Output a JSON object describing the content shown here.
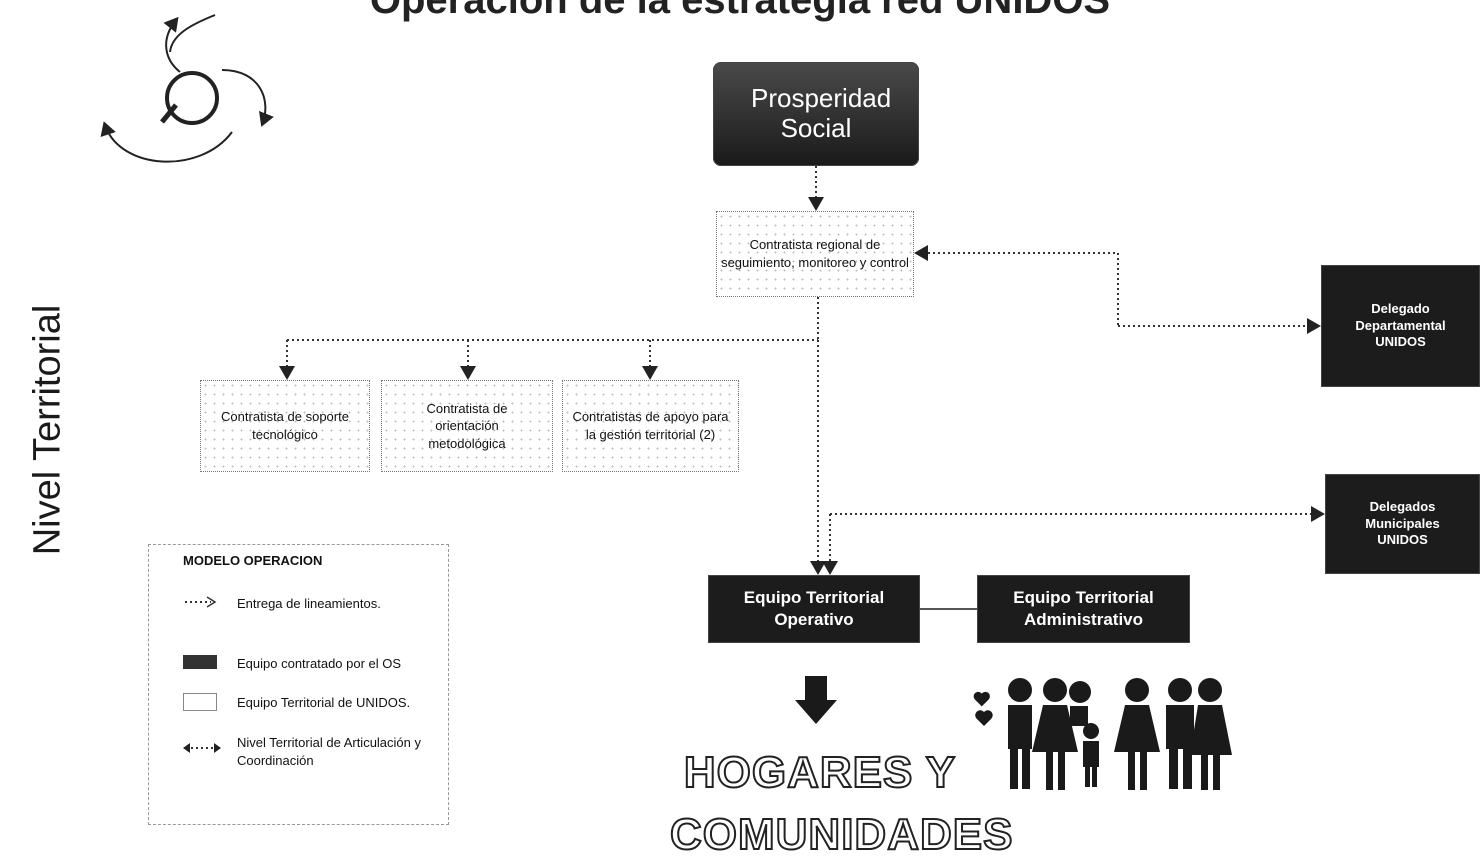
{
  "title": "Operación de la estrategia red UNIDOS",
  "side_label": "Nivel Territorial",
  "nodes": {
    "prosperidad": "Prosperidad Social",
    "contratista_regional": "Contratista regional de seguimiento, monitoreo y control",
    "soporte": "Contratista de soporte tecnológico",
    "orientacion": "Contratista de orientación metodológica",
    "apoyo": "Contratistas de apoyo para la gestión territorial (2)",
    "delegado_departamental": "Delegado Departamental UNIDOS",
    "delegados_municipales": "Delegados Municipales UNIDOS",
    "equipo_operativo": "Equipo Territorial Operativo",
    "equipo_administrativo": "Equipo Territorial Administrativo",
    "hogares": "HOGARES Y COMUNIDADES"
  },
  "legend": {
    "title": "MODELO OPERACION",
    "items": [
      {
        "symbol": "dotted-arrow",
        "label": "Entrega de lineamientos."
      },
      {
        "symbol": "dark-box",
        "label": "Equipo contratado por el OS"
      },
      {
        "symbol": "dotted-box",
        "label": "Equipo Territorial de UNIDOS."
      },
      {
        "symbol": "double-arrow",
        "label": "Nivel Territorial de Articulación y Coordinación"
      }
    ]
  },
  "colors": {
    "dark_box": "#1c1c1c",
    "light_box_dots": "#bdbdbd",
    "connector": "#333333"
  },
  "icons": [
    "cycle-logo-icon",
    "family-people-icon",
    "down-arrow-icon"
  ]
}
